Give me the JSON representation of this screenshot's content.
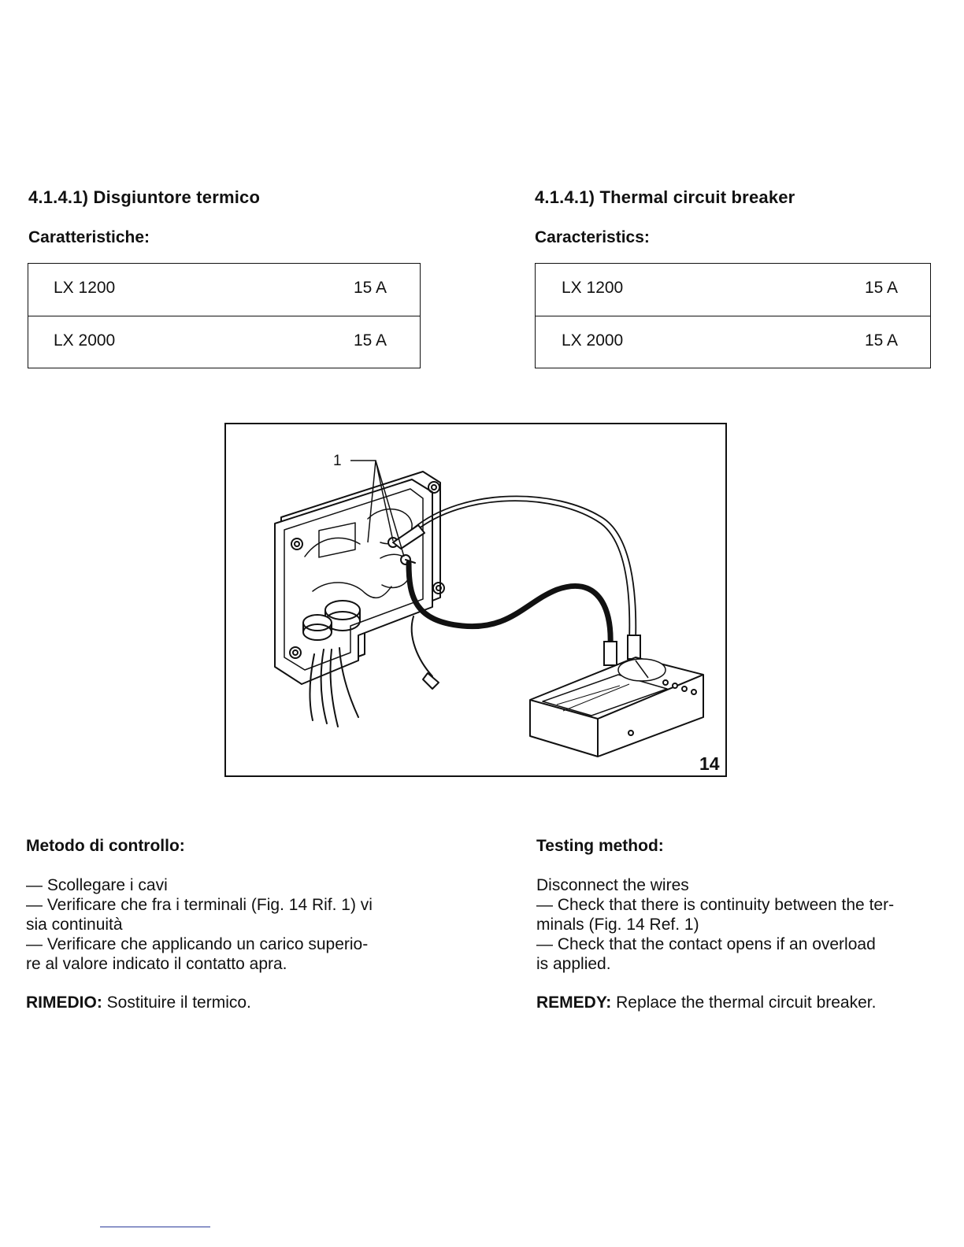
{
  "left": {
    "heading": "4.1.4.1) Disgiuntore termico",
    "spec_title": "Caratteristiche:",
    "specs": [
      {
        "model": "LX 1200",
        "value": "15 A"
      },
      {
        "model": "LX 2000",
        "value": "15 A"
      }
    ],
    "method_title": "Metodo di controllo:",
    "method_lines": [
      "— Scollegare i cavi",
      "— Verificare che fra i terminali (Fig. 14 Rif. 1) vi",
      "sia continuità",
      "— Verificare che applicando un carico superio-",
      "re al valore indicato il contatto apra."
    ],
    "remedy_label": "RIMEDIO:",
    "remedy_text": "Sostituire il termico."
  },
  "right": {
    "heading": "4.1.4.1) Thermal circuit breaker",
    "spec_title": "Caracteristics:",
    "specs": [
      {
        "model": "LX 1200",
        "value": "15 A"
      },
      {
        "model": "LX 2000",
        "value": "15 A"
      }
    ],
    "method_title": "Testing method:",
    "method_lines": [
      "Disconnect the wires",
      "— Check that there is continuity between the ter-",
      "minals (Fig. 14 Ref. 1)",
      "— Check that the contact opens if an overload",
      "is applied."
    ],
    "remedy_label": "REMEDY:",
    "remedy_text": "Replace the thermal circuit breaker."
  },
  "figure": {
    "number": "14",
    "callout": "1"
  }
}
